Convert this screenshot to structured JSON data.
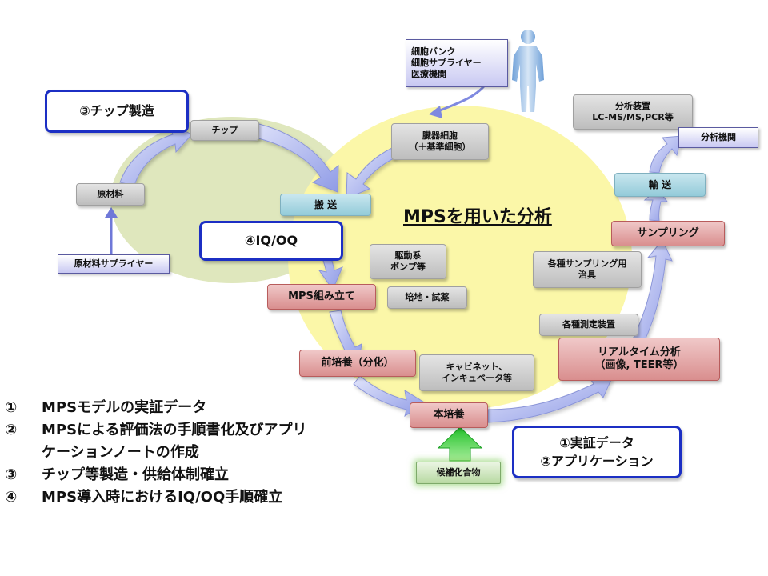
{
  "center_title": "MPSを用いた分析",
  "callouts": {
    "chip_manufacturing": "③チップ製造",
    "iqoq": "④IQ/OQ",
    "verification": "①実証データ\n②アプリケーション"
  },
  "boxes": {
    "chip": "チップ",
    "raw_material": "原材料",
    "raw_material_supplier": "原材料サプライヤー",
    "transport_left": "搬 送",
    "cell_bank": "細胞バンク\n細胞サプライヤー\n医療機関",
    "organ_cells": "臓器細胞\n（＋基準細胞）",
    "analyzer": "分析装置\nLC-MS/MS,PCR等",
    "analysis_institution": "分析機関",
    "transport_right": "輸 送",
    "sampling": "サンプリング",
    "sampling_tools": "各種サンプリング用\n治具",
    "drive_pump": "駆動系\nポンプ等",
    "medium_reagent": "培地・試薬",
    "mps_assembly": "MPS組み立て",
    "measurement_devices": "各種測定装置",
    "realtime_analysis": "リアルタイム分析\n（画像, TEER等）",
    "pre_culture": "前培養（分化）",
    "cabinet_incubator": "キャビネット、\nインキュベータ等",
    "main_culture": "本培養",
    "candidate_compound": "候補化合物"
  },
  "list": [
    {
      "num": "①",
      "text": "MPSモデルの実証データ"
    },
    {
      "num": "②",
      "text": "MPSによる評価法の手順書化及びアプリ\nケーションノートの作成"
    },
    {
      "num": "③",
      "text": "チップ等製造・供給体制確立"
    },
    {
      "num": "④",
      "text": "MPS導入時におけるIQ/OQ手順確立"
    }
  ],
  "colors": {
    "yellow_ellipse": "#fbf7a8",
    "green_ellipse": "#dfe7bd",
    "arrow_blue": "#aab2ee",
    "callout_border": "#1c2fc4",
    "process_red": "#d98e8e"
  },
  "icons": {
    "human_figure": "human-figure-icon",
    "green_arrow": "arrow-up-icon"
  }
}
